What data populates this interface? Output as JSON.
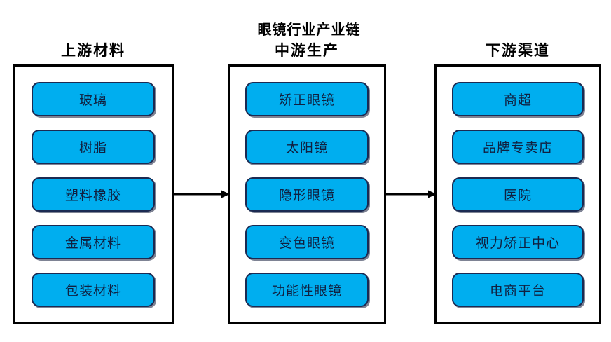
{
  "chart_data": {
    "type": "diagram",
    "title": "眼镜行业产业链",
    "orientation": "left-to-right",
    "accent_color": "#00aeef",
    "border_color": "#1b2a52",
    "frame_color": "#000000",
    "stages": [
      {
        "id": "upstream",
        "header": "上游材料",
        "items": [
          "玻璃",
          "树脂",
          "塑料橡胶",
          "金属材料",
          "包装材料"
        ]
      },
      {
        "id": "midstream",
        "header": "中游生产",
        "items": [
          "矫正眼镜",
          "太阳镜",
          "隐形眼镜",
          "变色眼镜",
          "功能性眼镜"
        ]
      },
      {
        "id": "downstream",
        "header": "下游渠道",
        "items": [
          "商超",
          "品牌专卖店",
          "医院",
          "视力矫正中心",
          "电商平台"
        ]
      }
    ],
    "connectors": [
      {
        "from": "upstream",
        "to": "midstream",
        "style": "arrow"
      },
      {
        "from": "midstream",
        "to": "downstream",
        "style": "arrow"
      }
    ]
  }
}
